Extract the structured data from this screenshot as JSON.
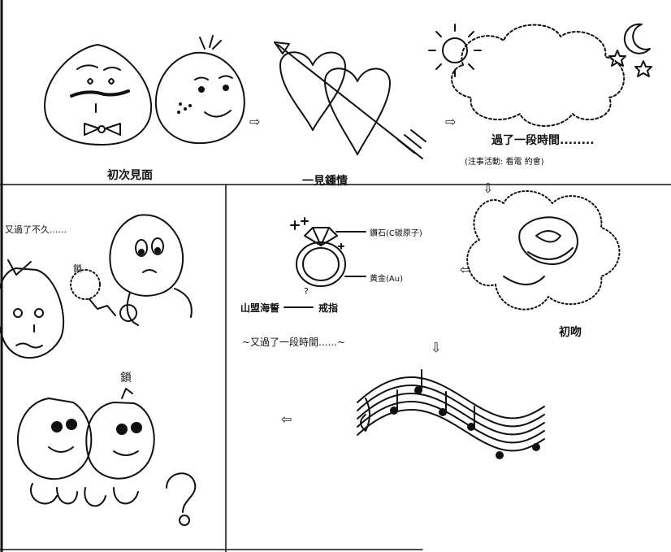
{
  "captions": {
    "first_meeting": "初次見面",
    "love_at_first_sight": "一見鍾情",
    "time_passed": "過了一段時間........",
    "activities": "(注事活動: 看電  約會)",
    "first_kiss": "初吻",
    "diamond": "鑽石(C碳原子)",
    "gold": "黃金(Au)",
    "vow": "山盟海誓",
    "ring": "戒指",
    "after_a_while": "~又過了一段時間......~",
    "soon_after": "又過了不久......",
    "lock": "鎖",
    "question": "?"
  },
  "flow_arrows": [
    "⇨",
    "⇨",
    "⇩",
    "⇦",
    "⇩",
    "⇦"
  ]
}
